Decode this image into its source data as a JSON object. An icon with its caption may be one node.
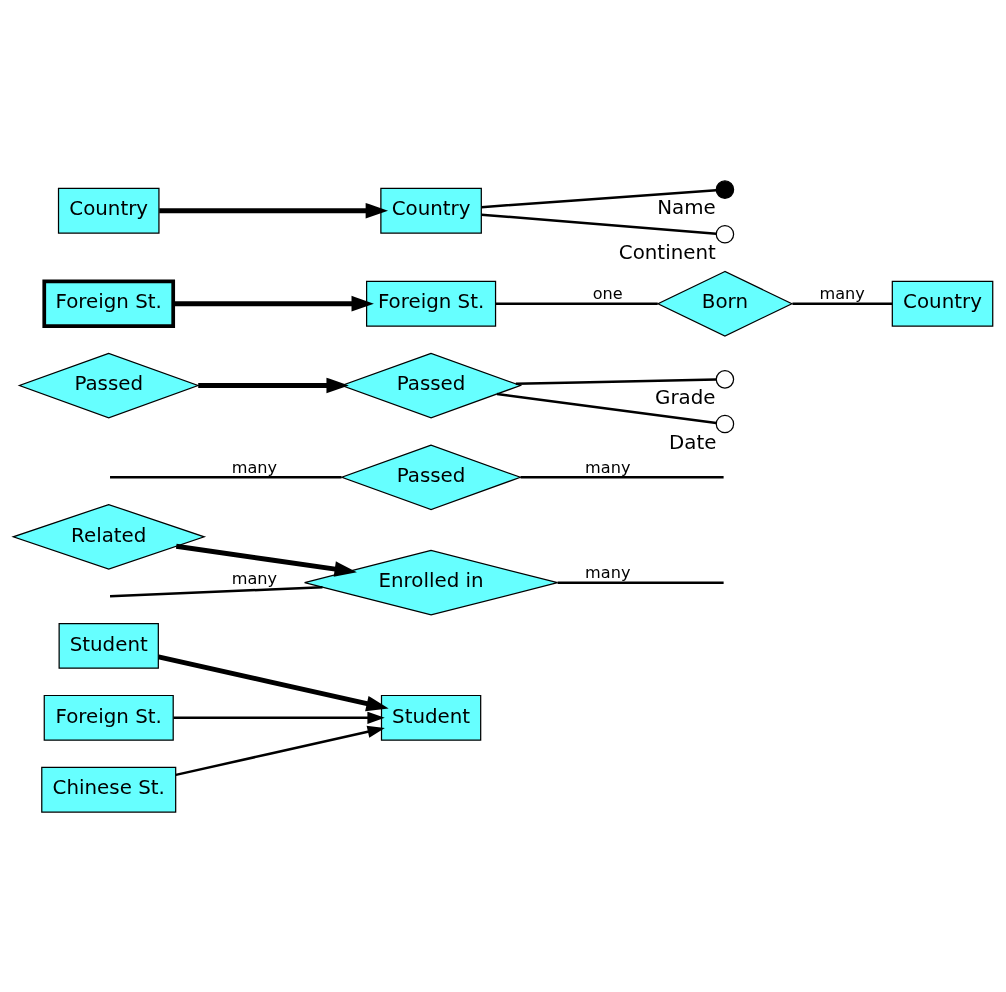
{
  "diagram": {
    "nodes": [
      {
        "text": [
          "Student"
        ]
      },
      {
        "text": [
          "Student"
        ]
      },
      {
        "text": [
          "Foreign St."
        ]
      },
      {
        "text": [
          "Chinese St."
        ]
      },
      {
        "text": [
          "Related"
        ]
      },
      {
        "text": [
          "Enrolled in"
        ]
      },
      {
        "text": [
          "Passed"
        ]
      },
      {
        "text": [
          "Passed"
        ]
      },
      {
        "text": [
          "Passed"
        ]
      },
      {
        "text": [],
        "shape": "circle",
        "beside": [
          "Grade"
        ]
      },
      {
        "text": [],
        "shape": "circle",
        "beside": [
          "Date"
        ]
      },
      {
        "text": [
          "Foreign St."
        ]
      },
      {
        "text": [
          "Foreign St."
        ]
      },
      {
        "text": [
          "Born"
        ]
      },
      {
        "text": [
          "Country"
        ]
      },
      {
        "text": [
          "Country"
        ]
      },
      {
        "text": [
          "Country"
        ]
      },
      {
        "text": [],
        "shape": "circle",
        "beside": [
          "Name"
        ]
      },
      {
        "text": [],
        "shape": "circle",
        "beside": [
          "Continent"
        ]
      }
    ],
    "edges": [
      {
        "from": 0,
        "to": 1,
        "arrow": "to",
        "style": "thick"
      },
      {
        "from": 2,
        "to": 1,
        "arrow": "to"
      },
      {
        "from": 3,
        "to": 1,
        "arrow": "to"
      },
      {
        "from": 4,
        "to": 5,
        "arrow": "to",
        "style": "thick"
      },
      {
        "from": null,
        "to": 5,
        "arrow": "none",
        "label": "many"
      },
      {
        "from": 5,
        "to": null,
        "arrow": "none",
        "label": "many"
      },
      {
        "from": null,
        "to": 6,
        "arrow": "none",
        "label": "many"
      },
      {
        "from": 6,
        "to": null,
        "arrow": "none",
        "label": "many"
      },
      {
        "from": 7,
        "to": 8,
        "arrow": "to",
        "style": "thick"
      },
      {
        "from": 8,
        "to": 9,
        "arrow": "none"
      },
      {
        "from": 8,
        "to": 10,
        "arrow": "none"
      },
      {
        "from": 11,
        "to": 12,
        "arrow": "to",
        "style": "thick"
      },
      {
        "from": 12,
        "to": 13,
        "arrow": "none",
        "label": "one"
      },
      {
        "from": 13,
        "to": 14,
        "arrow": "none",
        "label": "many"
      },
      {
        "from": 15,
        "to": 16,
        "arrow": "to",
        "style": "thick"
      },
      {
        "from": 16,
        "to": 17,
        "arrow": "none"
      },
      {
        "from": 16,
        "to": 18,
        "arrow": "none"
      }
    ]
  }
}
